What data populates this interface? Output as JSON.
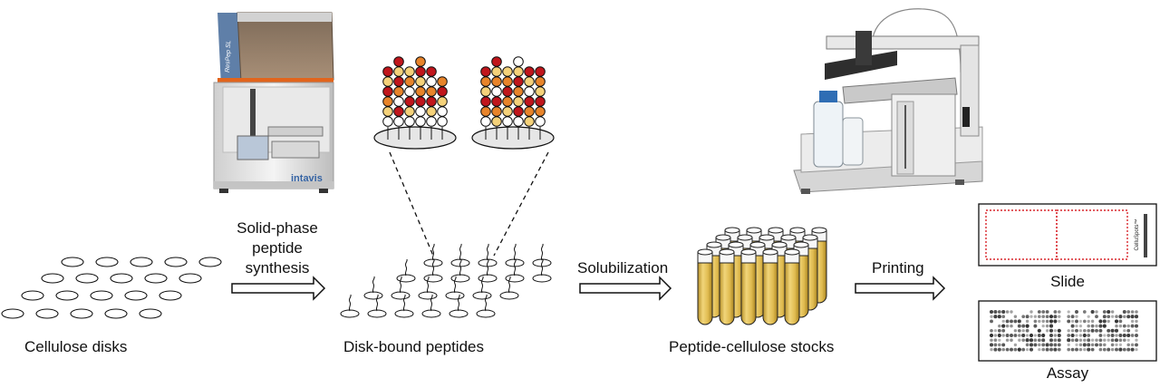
{
  "labels": {
    "cellulose_disks": "Cellulose disks",
    "synthesis_line1": "Solid-phase",
    "synthesis_line2": "peptide",
    "synthesis_line3": "synthesis",
    "disk_bound_peptides": "Disk-bound peptides",
    "solubilization": "Solubilization",
    "stocks": "Peptide-cellulose stocks",
    "printing": "Printing",
    "slide": "Slide",
    "assay": "Assay"
  },
  "instruments": {
    "synthesizer_brand": "intavis",
    "synthesizer_model": "ResPep SL",
    "slide_side_text": "CelluSpots™"
  },
  "colors": {
    "bead_dark_red": "#c0161c",
    "bead_orange": "#e8842a",
    "bead_yellow": "#f5d27a",
    "bead_white": "#ffffff",
    "tube_fill": "#e3c15c",
    "slide_dots": "#d9262c",
    "arrow": "#111111"
  }
}
